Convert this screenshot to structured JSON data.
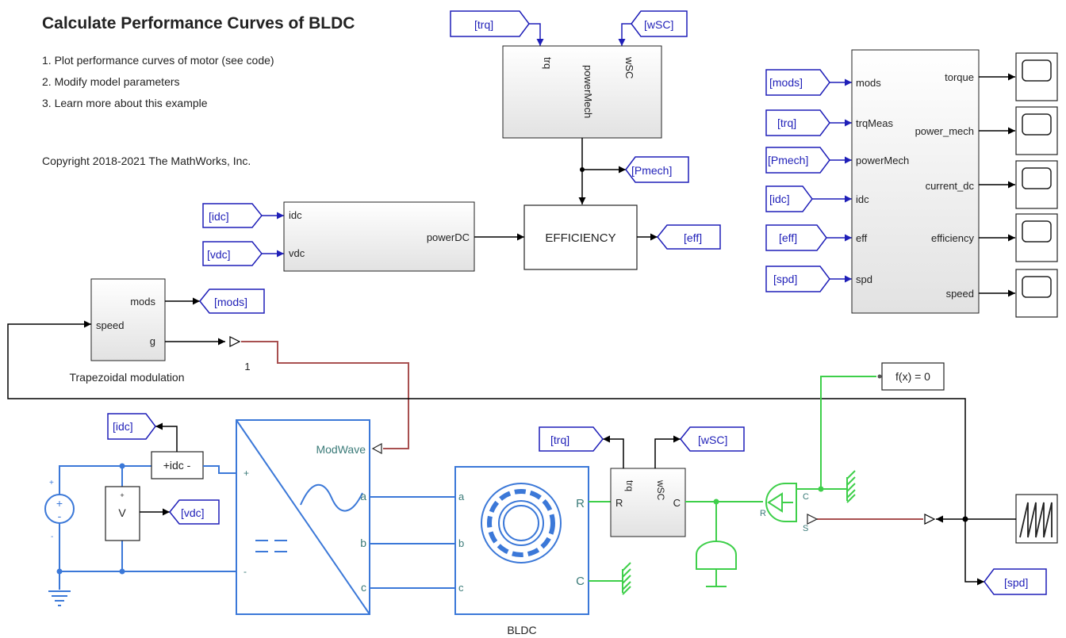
{
  "header": {
    "title": "Calculate Performance Curves of BLDC",
    "notes": [
      "1. Plot performance curves of motor (see code)",
      "2. Modify model parameters",
      "3. Learn more about this example"
    ],
    "copyright": "Copyright 2018-2021 The MathWorks, Inc."
  },
  "tags": {
    "trq": "[trq]",
    "wSC": "[wSC]",
    "pmech": "[Pmech]",
    "idc": "[idc]",
    "vdc": "[vdc]",
    "eff": "[eff]",
    "mods": "[mods]",
    "spd": "[spd]"
  },
  "blocks": {
    "power_calc": {
      "ports": [
        "trq",
        "wSC",
        "powerMech"
      ]
    },
    "power_dc": {
      "inputs": [
        "idc",
        "vdc"
      ],
      "output": "powerDC"
    },
    "efficiency": {
      "label": "EFFICIENCY"
    },
    "scope_bus": {
      "inputs": [
        "mods",
        "trqMeas",
        "powerMech",
        "idc",
        "eff",
        "spd"
      ],
      "outputs": [
        "torque",
        "power_mech",
        "current_dc",
        "efficiency",
        "speed"
      ]
    },
    "trapezoidal": {
      "inputs": [
        "speed"
      ],
      "outputs": [
        "mods",
        "g"
      ],
      "name": "Trapezoidal modulation"
    },
    "conversion_gain": "1",
    "solver": "f(x) = 0",
    "current_sensor": "+idc -",
    "voltage_sensor": "V",
    "inverter": {
      "ports": [
        "ModWave",
        "+",
        "-",
        "a",
        "b",
        "c"
      ]
    },
    "bldc": {
      "name": "BLDC",
      "ports": [
        "a",
        "b",
        "c",
        "R",
        "C"
      ]
    },
    "motor_sensor": {
      "ports": [
        "trq",
        "wSC",
        "R",
        "C"
      ]
    },
    "ideal_speed_source": {
      "ports": [
        "R",
        "C",
        "S"
      ]
    },
    "source_signs": [
      "+",
      "-"
    ]
  },
  "colors": {
    "signal": "#000000",
    "tag": "#1f1fb8",
    "electrical": "#3b78d8",
    "mechanical": "#3ecf4a",
    "physical_signal": "#a85050"
  }
}
